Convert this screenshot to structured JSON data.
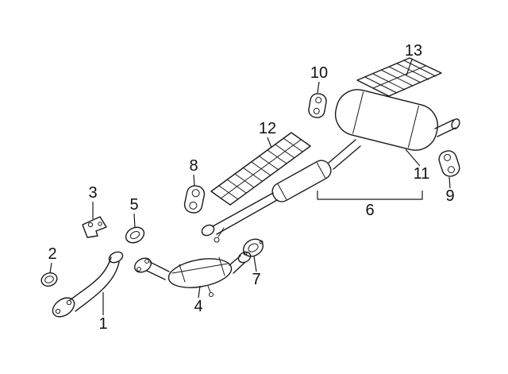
{
  "diagram": {
    "kind": "exhaust-system-parts-diagram",
    "background_color": "#ffffff",
    "line_color": "#1a1a1a",
    "callouts": [
      {
        "number": "1",
        "part": "front-exhaust-pipe"
      },
      {
        "number": "2",
        "part": "seal-ring"
      },
      {
        "number": "3",
        "part": "mounting-bracket"
      },
      {
        "number": "4",
        "part": "catalytic-converter-pipe"
      },
      {
        "number": "5",
        "part": "flange-gasket-front"
      },
      {
        "number": "6",
        "part": "center-exhaust-pipe-assembly"
      },
      {
        "number": "7",
        "part": "flange-gasket-center"
      },
      {
        "number": "8",
        "part": "rubber-hanger-insulator-front"
      },
      {
        "number": "9",
        "part": "rubber-hanger-insulator-rear"
      },
      {
        "number": "10",
        "part": "rubber-hanger-insulator-upper"
      },
      {
        "number": "11",
        "part": "muffler"
      },
      {
        "number": "12",
        "part": "center-heat-shield"
      },
      {
        "number": "13",
        "part": "rear-heat-shield"
      }
    ]
  }
}
